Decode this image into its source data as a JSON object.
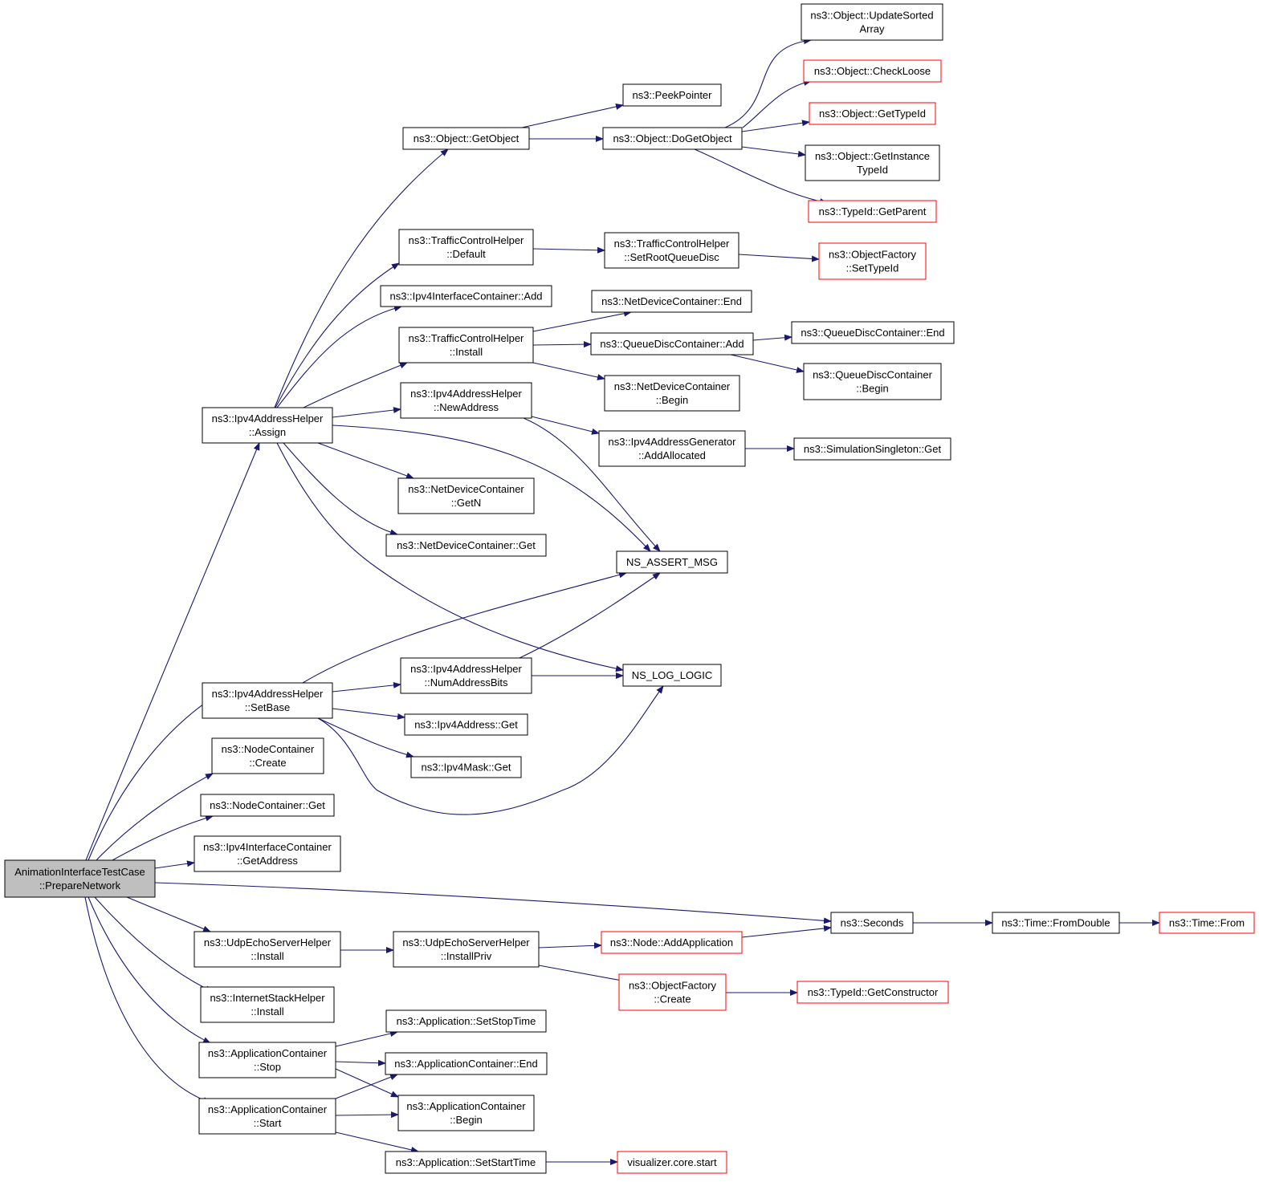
{
  "colors": {
    "edge": "#191970",
    "node_border": "#000000",
    "node_border_external": "#ff0000",
    "root_fill": "#bfbfbf",
    "node_fill": "#ffffff"
  },
  "nodes": [
    {
      "id": "root",
      "lines": [
        "AnimationInterfaceTestCase",
        "::PrepareNetwork"
      ],
      "kind": "root"
    },
    {
      "id": "ipv4ah-assign",
      "lines": [
        "ns3::Ipv4AddressHelper",
        "::Assign"
      ],
      "kind": "normal"
    },
    {
      "id": "ipv4ah-setbase",
      "lines": [
        "ns3::Ipv4AddressHelper",
        "::SetBase"
      ],
      "kind": "normal"
    },
    {
      "id": "nodecont-create",
      "lines": [
        "ns3::NodeContainer",
        "::Create"
      ],
      "kind": "normal"
    },
    {
      "id": "nodecont-get",
      "lines": [
        "ns3::NodeContainer::Get"
      ],
      "kind": "normal"
    },
    {
      "id": "ipv4ic-getaddress",
      "lines": [
        "ns3::Ipv4InterfaceContainer",
        "::GetAddress"
      ],
      "kind": "normal"
    },
    {
      "id": "udpesh-install",
      "lines": [
        "ns3::UdpEchoServerHelper",
        "::Install"
      ],
      "kind": "normal"
    },
    {
      "id": "ish-install",
      "lines": [
        "ns3::InternetStackHelper",
        "::Install"
      ],
      "kind": "normal"
    },
    {
      "id": "appcont-stop",
      "lines": [
        "ns3::ApplicationContainer",
        "::Stop"
      ],
      "kind": "normal"
    },
    {
      "id": "appcont-start",
      "lines": [
        "ns3::ApplicationContainer",
        "::Start"
      ],
      "kind": "normal"
    },
    {
      "id": "object-getobject",
      "lines": [
        "ns3::Object::GetObject"
      ],
      "kind": "normal"
    },
    {
      "id": "tch-default",
      "lines": [
        "ns3::TrafficControlHelper",
        "::Default"
      ],
      "kind": "normal"
    },
    {
      "id": "ipv4ic-add",
      "lines": [
        "ns3::Ipv4InterfaceContainer::Add"
      ],
      "kind": "normal"
    },
    {
      "id": "tch-install",
      "lines": [
        "ns3::TrafficControlHelper",
        "::Install"
      ],
      "kind": "normal"
    },
    {
      "id": "ipv4ah-newaddress",
      "lines": [
        "ns3::Ipv4AddressHelper",
        "::NewAddress"
      ],
      "kind": "normal"
    },
    {
      "id": "ndc-getn",
      "lines": [
        "ns3::NetDeviceContainer",
        "::GetN"
      ],
      "kind": "normal"
    },
    {
      "id": "ndc-get",
      "lines": [
        "ns3::NetDeviceContainer::Get"
      ],
      "kind": "normal"
    },
    {
      "id": "ipv4ah-numaddressbits",
      "lines": [
        "ns3::Ipv4AddressHelper",
        "::NumAddressBits"
      ],
      "kind": "normal"
    },
    {
      "id": "ipv4address-get",
      "lines": [
        "ns3::Ipv4Address::Get"
      ],
      "kind": "normal"
    },
    {
      "id": "ipv4mask-get",
      "lines": [
        "ns3::Ipv4Mask::Get"
      ],
      "kind": "normal"
    },
    {
      "id": "udpesh-installpriv",
      "lines": [
        "ns3::UdpEchoServerHelper",
        "::InstallPriv"
      ],
      "kind": "normal"
    },
    {
      "id": "app-setstoptime",
      "lines": [
        "ns3::Application::SetStopTime"
      ],
      "kind": "normal"
    },
    {
      "id": "appcont-end",
      "lines": [
        "ns3::ApplicationContainer::End"
      ],
      "kind": "normal"
    },
    {
      "id": "appcont-begin",
      "lines": [
        "ns3::ApplicationContainer",
        "::Begin"
      ],
      "kind": "normal"
    },
    {
      "id": "app-setstarttime",
      "lines": [
        "ns3::Application::SetStartTime"
      ],
      "kind": "normal"
    },
    {
      "id": "peekpointer",
      "lines": [
        "ns3::PeekPointer"
      ],
      "kind": "normal"
    },
    {
      "id": "object-dogetobject",
      "lines": [
        "ns3::Object::DoGetObject"
      ],
      "kind": "normal"
    },
    {
      "id": "tch-setrootqueuedisc",
      "lines": [
        "ns3::TrafficControlHelper",
        "::SetRootQueueDisc"
      ],
      "kind": "normal"
    },
    {
      "id": "ndc-end",
      "lines": [
        "ns3::NetDeviceContainer::End"
      ],
      "kind": "normal"
    },
    {
      "id": "qdc-add",
      "lines": [
        "ns3::QueueDiscContainer::Add"
      ],
      "kind": "normal"
    },
    {
      "id": "ndc-begin",
      "lines": [
        "ns3::NetDeviceContainer",
        "::Begin"
      ],
      "kind": "normal"
    },
    {
      "id": "ipv4ag-addallocated",
      "lines": [
        "ns3::Ipv4AddressGenerator",
        "::AddAllocated"
      ],
      "kind": "normal"
    },
    {
      "id": "ns-assert-msg",
      "lines": [
        "NS_ASSERT_MSG"
      ],
      "kind": "normal"
    },
    {
      "id": "ns-log-logic",
      "lines": [
        "NS_LOG_LOGIC"
      ],
      "kind": "normal"
    },
    {
      "id": "node-addapplication",
      "lines": [
        "ns3::Node::AddApplication"
      ],
      "kind": "external"
    },
    {
      "id": "of-create",
      "lines": [
        "ns3::ObjectFactory",
        "::Create"
      ],
      "kind": "external"
    },
    {
      "id": "visualizer-core-start",
      "lines": [
        "visualizer.core.start"
      ],
      "kind": "external"
    },
    {
      "id": "object-updatesortedarray",
      "lines": [
        "ns3::Object::UpdateSorted",
        "Array"
      ],
      "kind": "normal"
    },
    {
      "id": "object-checkloose",
      "lines": [
        "ns3::Object::CheckLoose"
      ],
      "kind": "external"
    },
    {
      "id": "object-gettypeid",
      "lines": [
        "ns3::Object::GetTypeId"
      ],
      "kind": "external"
    },
    {
      "id": "object-getinstancetypeid",
      "lines": [
        "ns3::Object::GetInstance",
        "TypeId"
      ],
      "kind": "normal"
    },
    {
      "id": "typeid-getparent",
      "lines": [
        "ns3::TypeId::GetParent"
      ],
      "kind": "external"
    },
    {
      "id": "of-settypeid",
      "lines": [
        "ns3::ObjectFactory",
        "::SetTypeId"
      ],
      "kind": "external"
    },
    {
      "id": "qdc-end",
      "lines": [
        "ns3::QueueDiscContainer::End"
      ],
      "kind": "normal"
    },
    {
      "id": "qdc-begin",
      "lines": [
        "ns3::QueueDiscContainer",
        "::Begin"
      ],
      "kind": "normal"
    },
    {
      "id": "simsingleton-get",
      "lines": [
        "ns3::SimulationSingleton::Get"
      ],
      "kind": "normal"
    },
    {
      "id": "seconds",
      "lines": [
        "ns3::Seconds"
      ],
      "kind": "normal"
    },
    {
      "id": "typeid-getconstructor",
      "lines": [
        "ns3::TypeId::GetConstructor"
      ],
      "kind": "external"
    },
    {
      "id": "time-fromdouble",
      "lines": [
        "ns3::Time::FromDouble"
      ],
      "kind": "normal"
    },
    {
      "id": "time-from",
      "lines": [
        "ns3::Time::From"
      ],
      "kind": "external"
    }
  ],
  "edges": [
    [
      "root",
      "ipv4ah-assign"
    ],
    [
      "root",
      "ipv4ah-setbase"
    ],
    [
      "root",
      "nodecont-create"
    ],
    [
      "root",
      "nodecont-get"
    ],
    [
      "root",
      "ipv4ic-getaddress"
    ],
    [
      "root",
      "seconds"
    ],
    [
      "root",
      "udpesh-install"
    ],
    [
      "root",
      "ish-install"
    ],
    [
      "root",
      "appcont-stop"
    ],
    [
      "root",
      "appcont-start"
    ],
    [
      "ipv4ah-assign",
      "object-getobject"
    ],
    [
      "ipv4ah-assign",
      "tch-default"
    ],
    [
      "ipv4ah-assign",
      "ipv4ic-add"
    ],
    [
      "ipv4ah-assign",
      "tch-install"
    ],
    [
      "ipv4ah-assign",
      "ipv4ah-newaddress"
    ],
    [
      "ipv4ah-assign",
      "ns-assert-msg"
    ],
    [
      "ipv4ah-assign",
      "ndc-getn"
    ],
    [
      "ipv4ah-assign",
      "ndc-get"
    ],
    [
      "ipv4ah-assign",
      "ns-log-logic"
    ],
    [
      "object-getobject",
      "peekpointer"
    ],
    [
      "object-getobject",
      "object-dogetobject"
    ],
    [
      "object-dogetobject",
      "object-updatesortedarray"
    ],
    [
      "object-dogetobject",
      "object-checkloose"
    ],
    [
      "object-dogetobject",
      "object-gettypeid"
    ],
    [
      "object-dogetobject",
      "object-getinstancetypeid"
    ],
    [
      "object-dogetobject",
      "typeid-getparent"
    ],
    [
      "tch-default",
      "tch-setrootqueuedisc"
    ],
    [
      "tch-setrootqueuedisc",
      "of-settypeid"
    ],
    [
      "tch-install",
      "ndc-end"
    ],
    [
      "tch-install",
      "qdc-add"
    ],
    [
      "tch-install",
      "ndc-begin"
    ],
    [
      "qdc-add",
      "qdc-end"
    ],
    [
      "qdc-add",
      "qdc-begin"
    ],
    [
      "ipv4ah-newaddress",
      "ipv4ag-addallocated"
    ],
    [
      "ipv4ah-newaddress",
      "ns-assert-msg"
    ],
    [
      "ipv4ag-addallocated",
      "simsingleton-get"
    ],
    [
      "ipv4ah-setbase",
      "ns-assert-msg"
    ],
    [
      "ipv4ah-setbase",
      "ipv4ah-numaddressbits"
    ],
    [
      "ipv4ah-setbase",
      "ipv4address-get"
    ],
    [
      "ipv4ah-setbase",
      "ipv4mask-get"
    ],
    [
      "ipv4ah-setbase",
      "ns-log-logic"
    ],
    [
      "ipv4ah-numaddressbits",
      "ns-assert-msg"
    ],
    [
      "ipv4ah-numaddressbits",
      "ns-log-logic"
    ],
    [
      "udpesh-install",
      "udpesh-installpriv"
    ],
    [
      "udpesh-installpriv",
      "node-addapplication"
    ],
    [
      "udpesh-installpriv",
      "of-create"
    ],
    [
      "node-addapplication",
      "seconds"
    ],
    [
      "of-create",
      "typeid-getconstructor"
    ],
    [
      "seconds",
      "time-fromdouble"
    ],
    [
      "time-fromdouble",
      "time-from"
    ],
    [
      "appcont-stop",
      "app-setstoptime"
    ],
    [
      "appcont-stop",
      "appcont-end"
    ],
    [
      "appcont-stop",
      "appcont-begin"
    ],
    [
      "appcont-start",
      "appcont-end"
    ],
    [
      "appcont-start",
      "appcont-begin"
    ],
    [
      "appcont-start",
      "app-setstarttime"
    ],
    [
      "app-setstarttime",
      "visualizer-core-start"
    ]
  ]
}
